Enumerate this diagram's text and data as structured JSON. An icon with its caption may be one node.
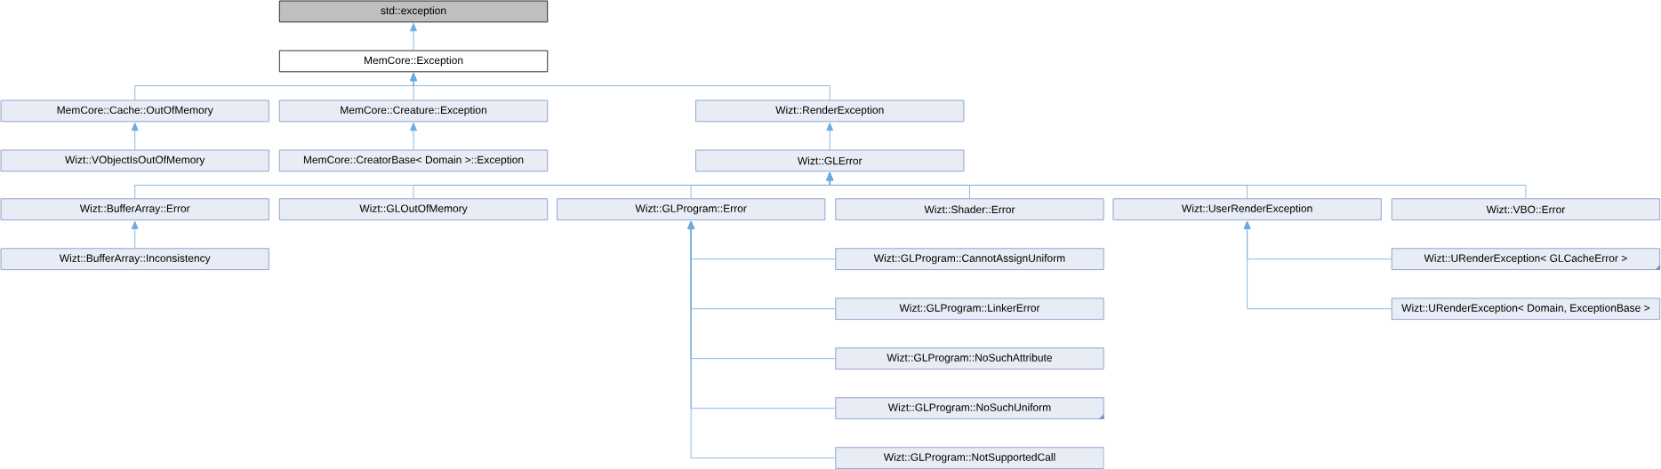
{
  "diagram": {
    "nodes": [
      {
        "text": [
          "std::exception"
        ]
      },
      {
        "text": [
          "MemCore::Exception"
        ]
      },
      {
        "text": [
          "MemCore::Cache::OutOfMemory"
        ]
      },
      {
        "text": [
          "MemCore::Creature::Exception"
        ]
      },
      {
        "text": [
          "Wizt::RenderException"
        ]
      },
      {
        "text": [
          "Wizt::VObjectIsOutOfMemory"
        ]
      },
      {
        "text": [
          "MemCore::CreatorBase< Domain >::Exception"
        ]
      },
      {
        "text": [
          "Wizt::GLError"
        ]
      },
      {
        "text": [
          "Wizt::BufferArray::Error"
        ]
      },
      {
        "text": [
          "Wizt::GLOutOfMemory"
        ]
      },
      {
        "text": [
          "Wizt::GLProgram::Error"
        ]
      },
      {
        "text": [
          "Wizt::Shader::Error"
        ]
      },
      {
        "text": [
          "Wizt::UserRenderException"
        ]
      },
      {
        "text": [
          "Wizt::VBO::Error"
        ]
      },
      {
        "text": [
          "Wizt::BufferArray::Inconsistency"
        ]
      },
      {
        "text": [
          "Wizt::GLProgram::CannotAssignUniform"
        ]
      },
      {
        "text": [
          "Wizt::URenderException< GLCacheError >"
        ]
      },
      {
        "text": [
          "Wizt::GLProgram::LinkerError"
        ]
      },
      {
        "text": [
          "Wizt::URenderException< Domain, ExceptionBase >"
        ]
      },
      {
        "text": [
          "Wizt::GLProgram::NoSuchAttribute"
        ]
      },
      {
        "text": [
          "Wizt::GLProgram::NoSuchUniform"
        ]
      },
      {
        "text": [
          "Wizt::GLProgram::NotSupportedCall"
        ]
      }
    ],
    "edges": [
      {
        "from": 1,
        "to": 0,
        "arrow": "to"
      },
      {
        "from": 2,
        "to": 1,
        "arrow": "to"
      },
      {
        "from": 3,
        "to": 1,
        "arrow": "to"
      },
      {
        "from": 4,
        "to": 1,
        "arrow": "to"
      },
      {
        "from": 5,
        "to": 2,
        "arrow": "to"
      },
      {
        "from": 6,
        "to": 3,
        "arrow": "to"
      },
      {
        "from": 7,
        "to": 4,
        "arrow": "to"
      },
      {
        "from": 8,
        "to": 7,
        "arrow": "to"
      },
      {
        "from": 9,
        "to": 7,
        "arrow": "to"
      },
      {
        "from": 10,
        "to": 7,
        "arrow": "to"
      },
      {
        "from": 11,
        "to": 7,
        "arrow": "to"
      },
      {
        "from": 12,
        "to": 7,
        "arrow": "to"
      },
      {
        "from": 13,
        "to": 7,
        "arrow": "to"
      },
      {
        "from": 14,
        "to": 8,
        "arrow": "to"
      },
      {
        "from": 15,
        "to": 10,
        "arrow": "to"
      },
      {
        "from": 17,
        "to": 10,
        "arrow": "to"
      },
      {
        "from": 19,
        "to": 10,
        "arrow": "to"
      },
      {
        "from": 20,
        "to": 10,
        "arrow": "to"
      },
      {
        "from": 21,
        "to": 10,
        "arrow": "to"
      },
      {
        "from": 16,
        "to": 12,
        "arrow": "to"
      },
      {
        "from": 18,
        "to": 12,
        "arrow": "to"
      }
    ]
  }
}
